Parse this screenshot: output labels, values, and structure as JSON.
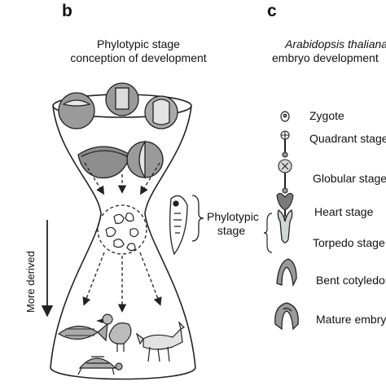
{
  "panel_b": {
    "letter": "b",
    "title_line1": "Phylotypic stage",
    "title_line2": "conception of development",
    "phylotypic_label_line1": "Phylotypic",
    "phylotypic_label_line2": "stage",
    "axis_label": "More derived"
  },
  "panel_c": {
    "letter": "c",
    "title_line1": "Arabidopsis thaliana",
    "title_line2": "embryo development",
    "stages": [
      {
        "label": "Zygote",
        "icon": "zygote-icon"
      },
      {
        "label": "Quadrant stage",
        "icon": "quadrant-embryo-icon"
      },
      {
        "label": "Globular stage",
        "icon": "globular-embryo-icon"
      },
      {
        "label": "Heart stage",
        "icon": "heart-embryo-icon"
      },
      {
        "label": "Torpedo stage",
        "icon": "torpedo-embryo-icon"
      },
      {
        "label": "Bent cotyledon",
        "icon": "bent-cotyledon-icon"
      },
      {
        "label": "Mature embryo",
        "icon": "mature-embryo-icon"
      }
    ]
  },
  "colors": {
    "line": "#222222",
    "embryo_fill": "#9a9a9a",
    "embryo_light": "#cfd6d4",
    "glass": "#f4f4f4"
  }
}
